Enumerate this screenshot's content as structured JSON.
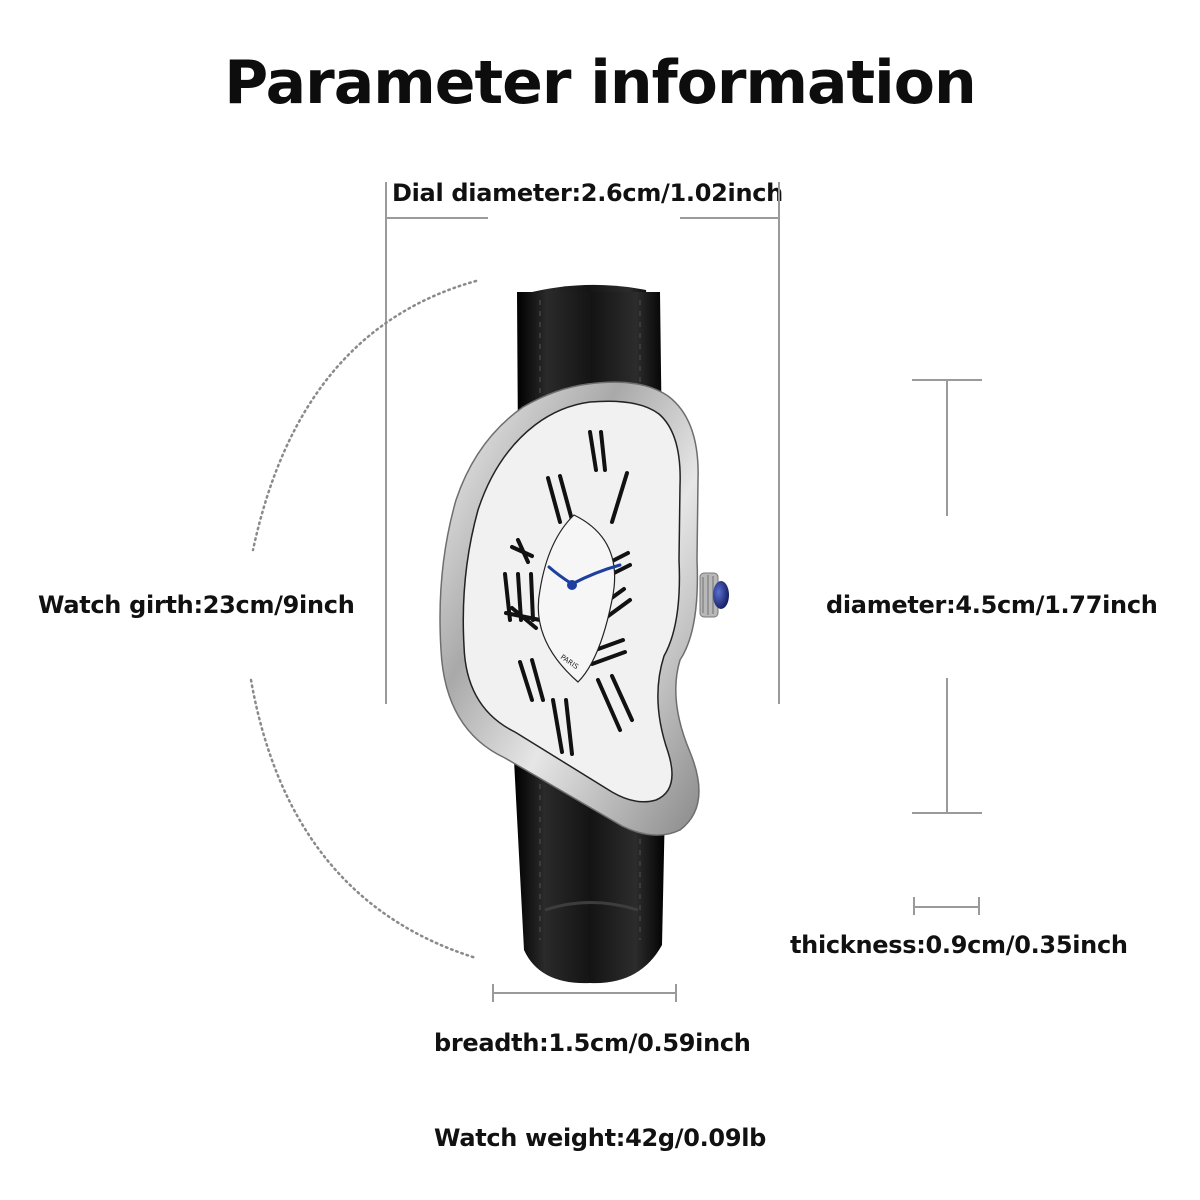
{
  "page": {
    "title": "Parameter information"
  },
  "specs": {
    "dial_diameter": "Dial diameter:2.6cm/1.02inch",
    "watch_girth": "Watch girth:23cm/9inch",
    "diameter": "diameter:4.5cm/1.77inch",
    "thickness": "thickness:0.9cm/0.35inch",
    "breadth": "breadth:1.5cm/0.59inch",
    "weight": "Watch weight:42g/0.09lb"
  },
  "product": {
    "dial_text": "PARIS",
    "hand_color": "#1d3fa0",
    "crown_cabochon_color": "#1a2a80",
    "strap_color": "#0b0b0b",
    "case_color": "#c9c9c9",
    "dial_color": "#f2f2f2"
  },
  "colors": {
    "guide_lines": "#9a9a9a",
    "text": "#111111",
    "background": "#ffffff"
  }
}
